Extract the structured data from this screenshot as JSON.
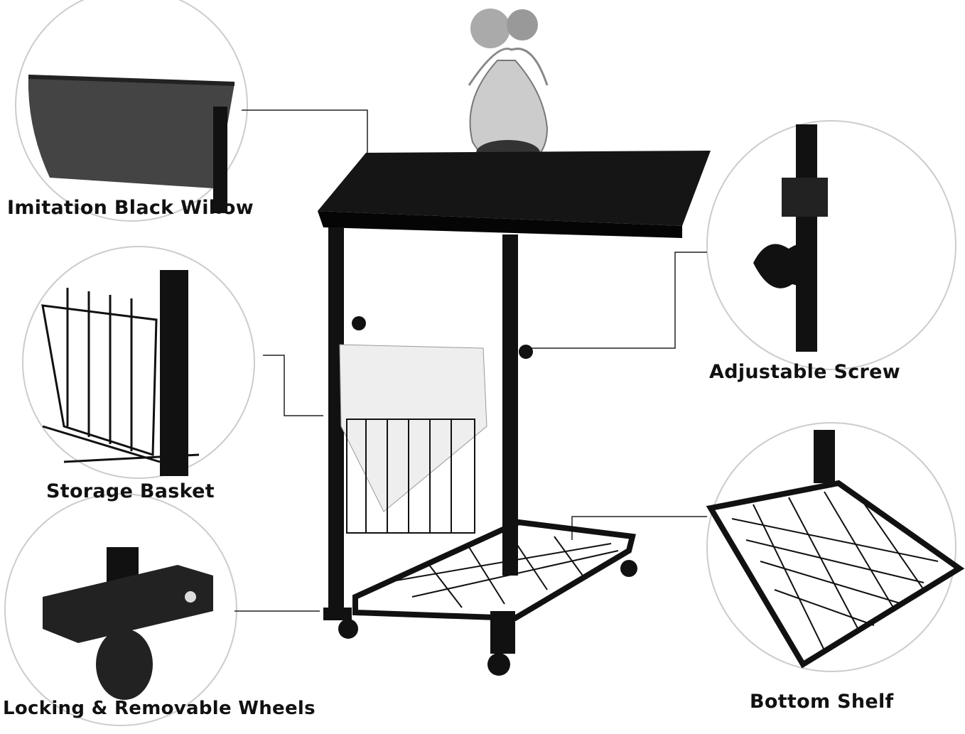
{
  "callouts": {
    "top": "Imitation Black Willow",
    "basket": "Storage Basket",
    "wheels": "Locking & Removable Wheels",
    "screw": "Adjustable Screw",
    "shelf": "Bottom Shelf"
  },
  "colors": {
    "line": "#222222",
    "frame": "#111111",
    "circle_border": "#cccccc"
  }
}
